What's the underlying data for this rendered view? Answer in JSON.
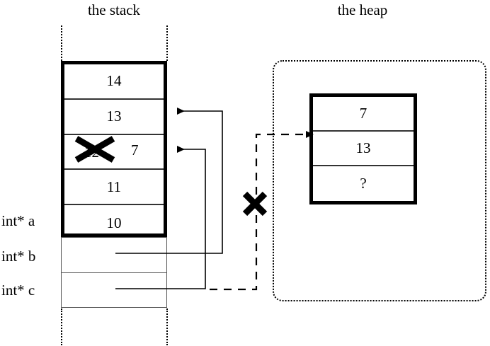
{
  "diagram": {
    "stack": {
      "title": "the stack",
      "frame_cells": [
        {
          "value": "14"
        },
        {
          "value": "13"
        },
        {
          "value": "12",
          "struck_out": true,
          "replacement": "7"
        },
        {
          "value": "11"
        },
        {
          "value": "10"
        }
      ],
      "variables": [
        {
          "label": "int* a"
        },
        {
          "label": "int* b"
        },
        {
          "label": "int* c"
        }
      ]
    },
    "heap": {
      "title": "the heap",
      "block_cells": [
        {
          "value": "7"
        },
        {
          "value": "13"
        },
        {
          "value": "?"
        }
      ]
    },
    "marks": {
      "stack_strike": "bold-x",
      "link_strike": "bold-x"
    },
    "colors": {
      "ink": "#000000",
      "thin_rule": "#555555",
      "cell_rule": "#333333",
      "background": "#ffffff"
    }
  }
}
